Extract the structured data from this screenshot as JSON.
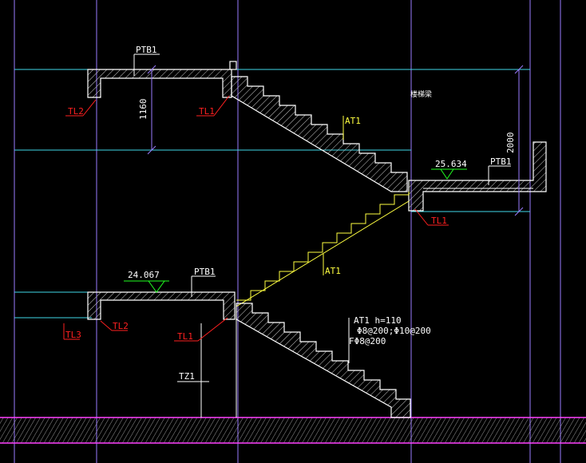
{
  "colors": {
    "background": "#000000",
    "structure": "#ffffff",
    "cyan_line": "#40d8e8",
    "axis_purple": "#9a7bff",
    "ground_magenta": "#ff40ff",
    "leader_red": "#ff2020",
    "yellow": "#ffff40",
    "green": "#20ff20",
    "hatch": "#c8c8c8"
  },
  "labels": {
    "ptb1_top": "PTB1",
    "ptb1_right": "PTB1",
    "ptb1_bottom": "PTB1",
    "tl2_top": "TL2",
    "tl1_top": "TL1",
    "tl1_right": "TL1",
    "tl2_bottom": "TL2",
    "tl3": "TL3",
    "tl1_bottom": "TL1",
    "tz1": "TZ1",
    "at1_upper": "AT1",
    "at1_middle": "AT1",
    "annotation_title": "AT1 h=110",
    "annotation_rebar": "Φ8@200;Φ10@200",
    "annotation_dist": "FΦ8@200",
    "room_note": "楼梯梁"
  },
  "dimensions": {
    "dim_left": "1160",
    "dim_right": "2000"
  },
  "elevations": {
    "upper": "25.634",
    "lower": "24.067"
  },
  "icons": {
    "elevation_marker": "triangle-elevation-icon",
    "ground_hatch": "ground-hatch-pattern"
  }
}
